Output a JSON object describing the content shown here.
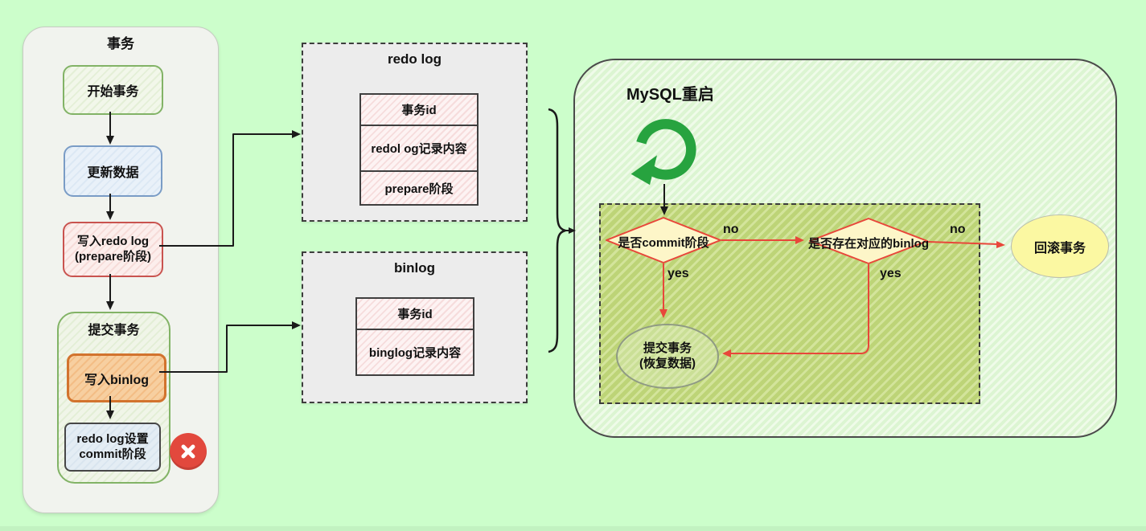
{
  "transaction_panel": {
    "title": "事务",
    "start": "开始事务",
    "update": "更新数据",
    "write_redo": "写入redo log\n(prepare阶段)",
    "commit_group_title": "提交事务",
    "write_binlog": "写入binlog",
    "redo_commit": "redo log设置\ncommit阶段"
  },
  "redo_log_box": {
    "title": "redo log",
    "rows": [
      "事务id",
      "redol og记录内容",
      "prepare阶段"
    ]
  },
  "binlog_box": {
    "title": "binlog",
    "rows": [
      "事务id",
      "binglog记录内容"
    ]
  },
  "restart_panel": {
    "title": "MySQL重启",
    "decision_commit": "是否commit阶段",
    "decision_binlog": "是否存在对应的binlog",
    "label_no_1": "no",
    "label_yes_1": "yes",
    "label_no_2": "no",
    "label_yes_2": "yes",
    "commit_recover": "提交事务\n(恢复数据)",
    "rollback": "回滚事务"
  },
  "icons": {
    "error": "x-circle",
    "restart": "restart-arrow"
  },
  "colors": {
    "background": "#ccfecb",
    "flow_red": "#e8473a",
    "restart_green": "#27a33f",
    "error_red": "#e2483d"
  }
}
